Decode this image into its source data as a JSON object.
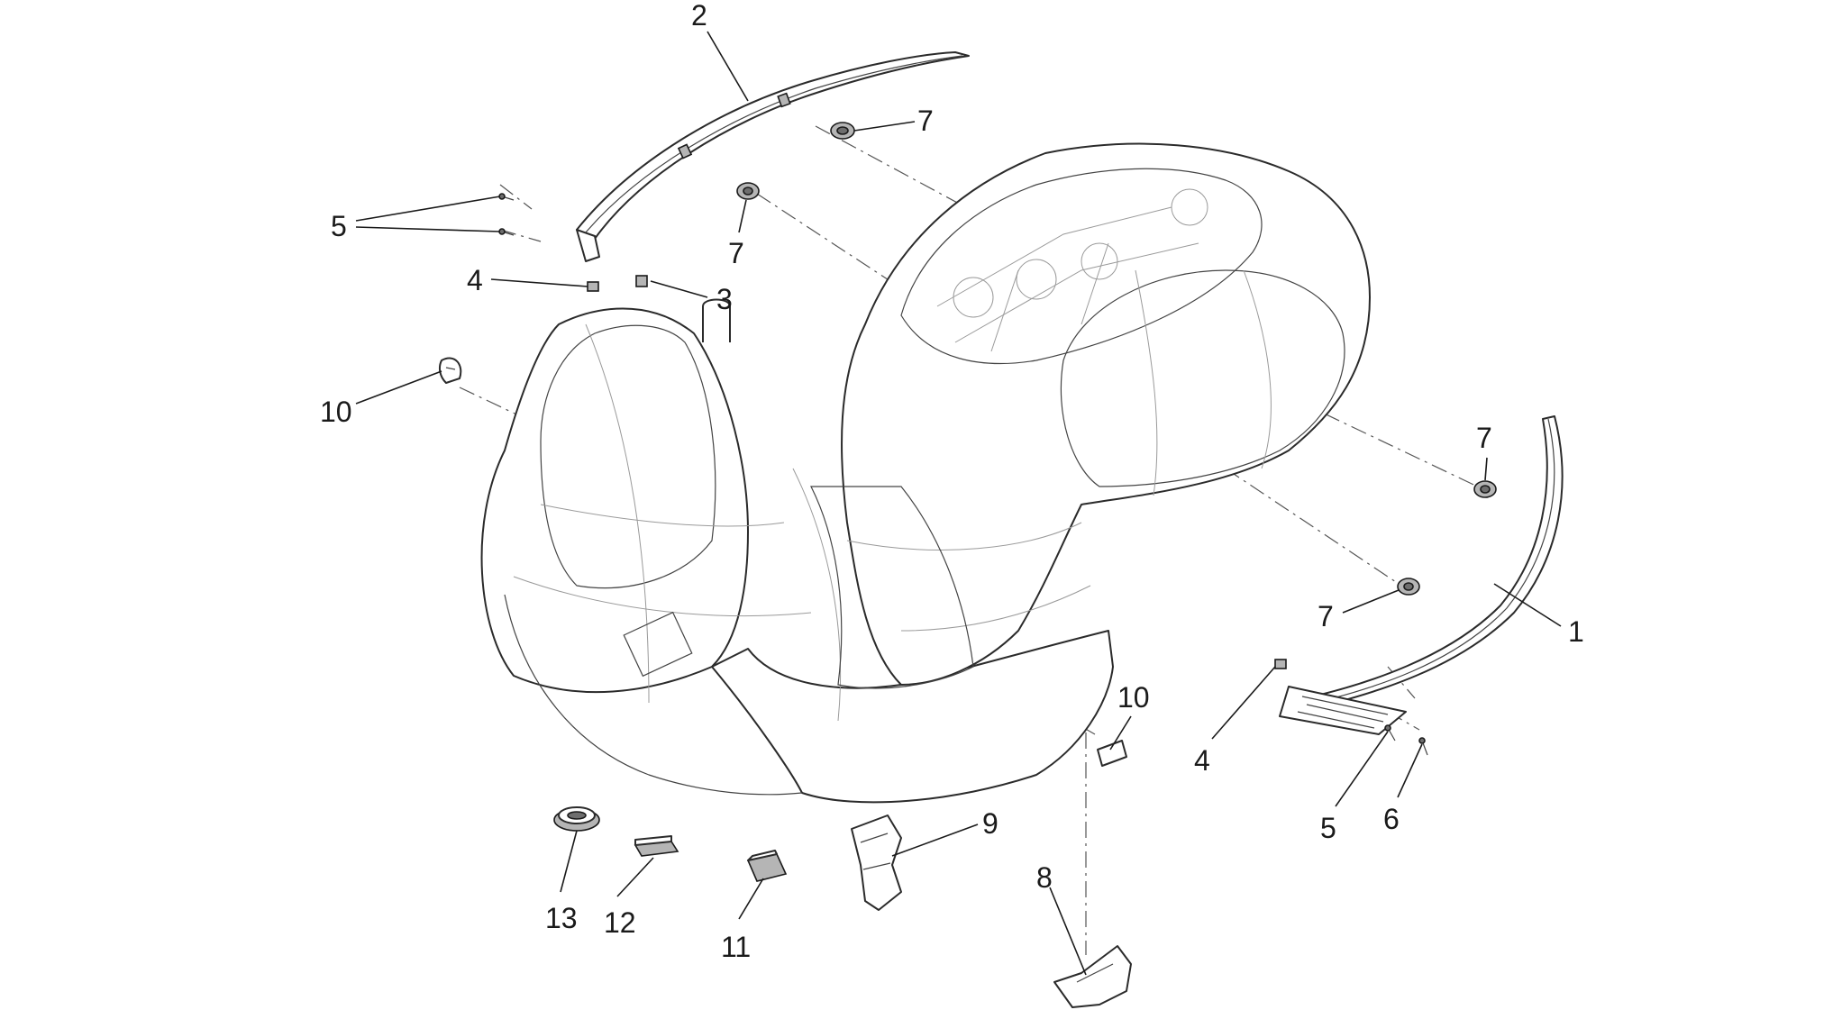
{
  "diagram": {
    "callouts": [
      "1",
      "2",
      "3",
      "4",
      "4",
      "5",
      "5",
      "6",
      "7",
      "7",
      "7",
      "7",
      "8",
      "9",
      "10",
      "10",
      "11",
      "12",
      "13"
    ]
  }
}
